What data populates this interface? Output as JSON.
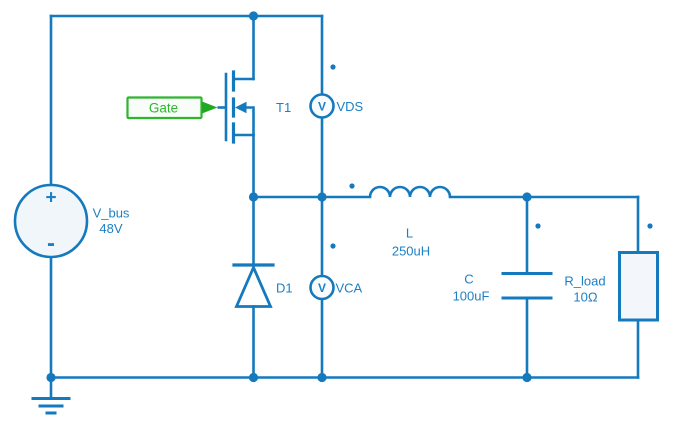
{
  "colors": {
    "wire_blue": "#1579bd",
    "label_blue": "#1e80c4",
    "gate_green": "#2db52d",
    "gate_arrow_green": "#21a821",
    "source_fill": "#f1f6fb",
    "probe_fill": "#f9fbfe",
    "resistor_fill": "#f3f7fc",
    "background": "#ffffff"
  },
  "schematic": {
    "gate_label": {
      "text": "Gate"
    },
    "mosfet": {
      "ref": "T1"
    },
    "vds_probe": {
      "meter_letter": "V",
      "ref": "VDS"
    },
    "vca_probe": {
      "meter_letter": "V",
      "ref": "VCA"
    },
    "source": {
      "ref": "V_bus",
      "value": "48V",
      "plus": "+",
      "minus": "-"
    },
    "diode": {
      "ref": "D1"
    },
    "inductor": {
      "ref": "L",
      "value": "250uH"
    },
    "capacitor": {
      "ref": "C",
      "value": "100uF"
    },
    "resistor": {
      "ref": "R_load",
      "value": "10Ω"
    }
  }
}
